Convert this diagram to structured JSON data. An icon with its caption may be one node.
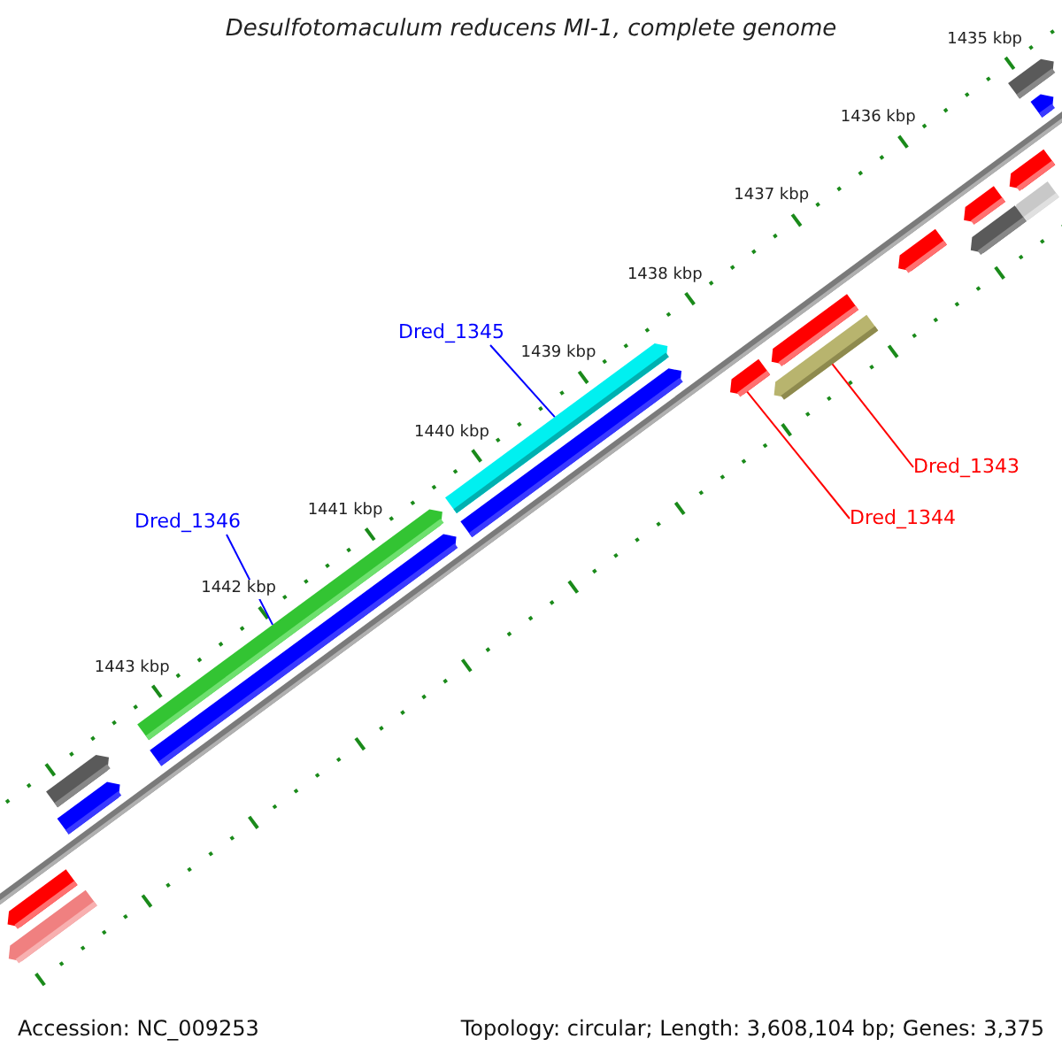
{
  "diagram": {
    "title": "Desulfotomaculum reducens MI-1, complete genome",
    "nodes": [
      {
        "text": [
          "Dred_1345"
        ]
      },
      {
        "text": [],
        "shape": "bar"
      },
      {
        "text": [
          "Dred_1346"
        ]
      },
      {
        "text": [],
        "shape": "bar"
      },
      {
        "text": [
          "Dred_1343"
        ]
      },
      {
        "text": [],
        "shape": "bar"
      },
      {
        "text": [
          "Dred_1344"
        ]
      },
      {
        "text": [],
        "shape": "bar"
      },
      {
        "text": [],
        "shape": "bar"
      },
      {
        "text": [],
        "shape": "bar"
      },
      {
        "text": [],
        "shape": "bar"
      },
      {
        "text": [],
        "shape": "bar"
      },
      {
        "text": [],
        "shape": "bar"
      },
      {
        "text": [],
        "shape": "bar"
      },
      {
        "text": [],
        "shape": "bar"
      },
      {
        "text": [],
        "shape": "bar"
      },
      {
        "text": [],
        "shape": "bar"
      },
      {
        "text": [],
        "shape": "bar"
      },
      {
        "text": [],
        "shape": "bar"
      },
      {
        "text": [],
        "shape": "bar"
      },
      {
        "text": [],
        "shape": "bar"
      },
      {
        "text": [],
        "shape": "bar"
      }
    ],
    "edges": [
      {
        "from": 0,
        "to": 1,
        "arrow": "none",
        "color": "#0000ff"
      },
      {
        "from": 2,
        "to": 3,
        "arrow": "none",
        "color": "#0000ff"
      },
      {
        "from": 4,
        "to": 5,
        "arrow": "none",
        "color": "#ff0000"
      },
      {
        "from": 6,
        "to": 7,
        "arrow": "none",
        "color": "#ff0000"
      }
    ],
    "labels": [
      "1435 kbp",
      "1436 kbp",
      "1437 kbp",
      "1438 kbp",
      "1439 kbp",
      "1440 kbp",
      "1441 kbp",
      "1442 kbp",
      "1443 kbp",
      "Accession: NC_009253",
      "Topology: circular; Length: 3,608,104 bp; Genes: 3,375"
    ]
  }
}
